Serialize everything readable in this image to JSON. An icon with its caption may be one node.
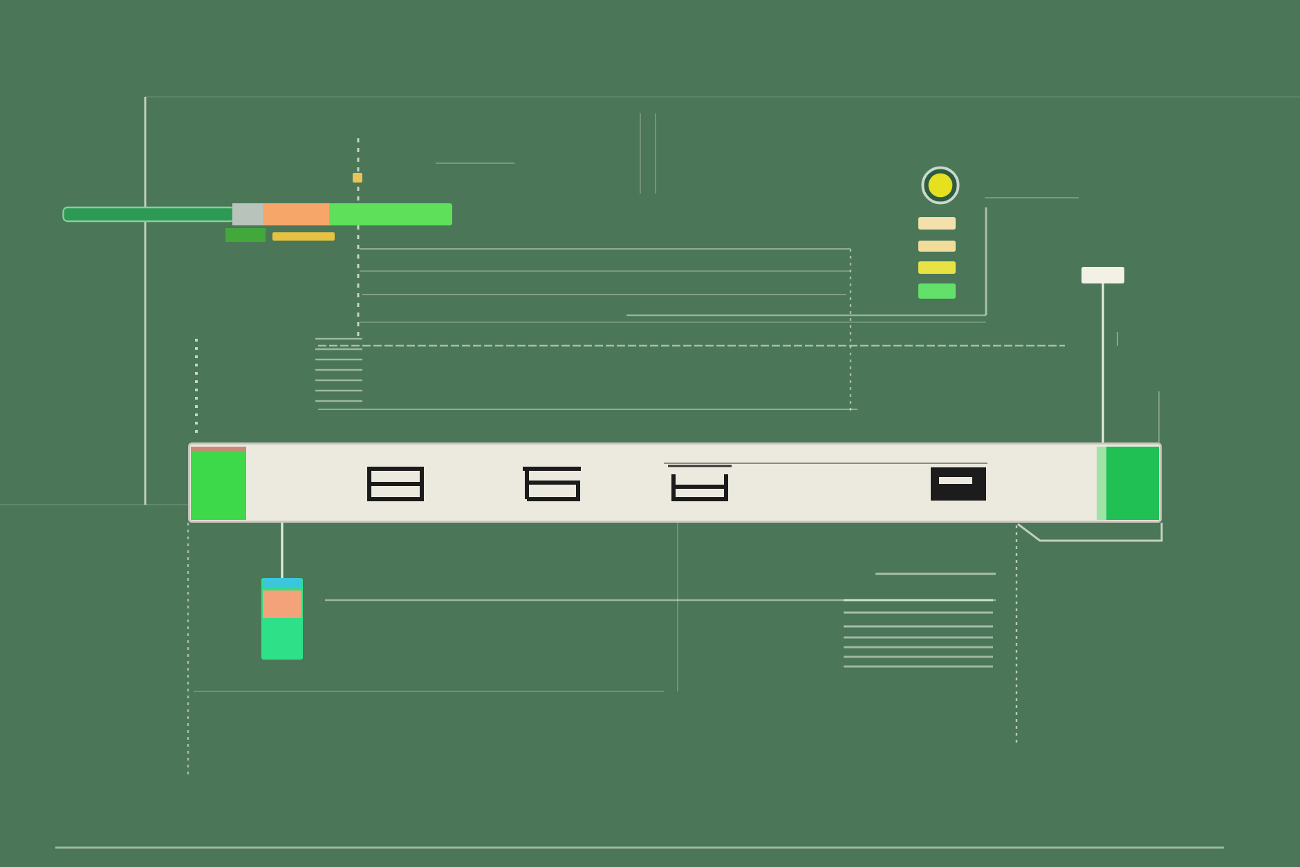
{
  "diagram": {
    "nodes": [
      {
        "text": [],
        "shape": "bar"
      },
      {
        "text": [],
        "shape": "circle"
      },
      {
        "text": [],
        "shape": "box"
      },
      {
        "text": [],
        "shape": "box"
      },
      {
        "text": [],
        "shape": "box"
      },
      {
        "text": [],
        "shape": "box"
      },
      {
        "text": [],
        "shape": "box"
      },
      {
        "text": [],
        "shape": "bar"
      },
      {
        "text": [],
        "shape": "box"
      }
    ],
    "edges": [
      {
        "from": 6,
        "to": 7,
        "arrow": "none"
      },
      {
        "from": 8,
        "to": 7,
        "arrow": "none"
      }
    ]
  }
}
